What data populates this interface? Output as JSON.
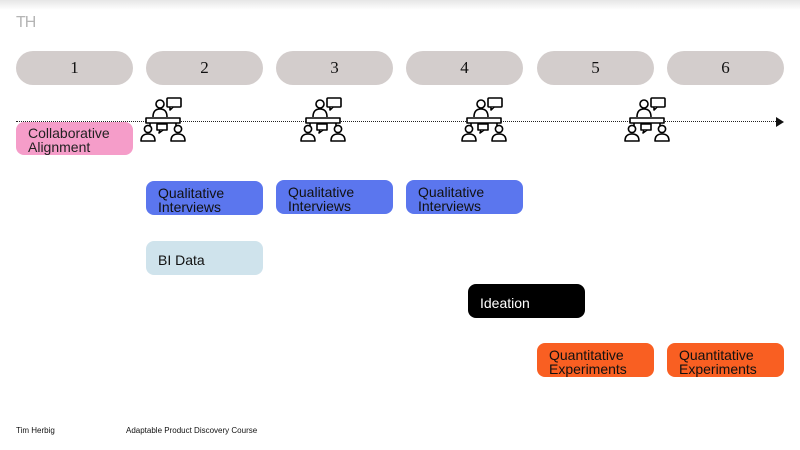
{
  "logo": "TH",
  "steps": [
    "1",
    "2",
    "3",
    "4",
    "5",
    "6"
  ],
  "activities": {
    "collaborative_alignment": "Collaborative\nAlignment",
    "qualitative_interviews": [
      "Qualitative\nInterviews",
      "Qualitative\nInterviews",
      "Qualitative\nInterviews"
    ],
    "bi_data": "BI Data",
    "ideation": "Ideation",
    "quantitative_experiments": [
      "Quantitative\nExperiments",
      "Quantitative\nExperiments"
    ]
  },
  "icons": [
    "meeting-icon",
    "meeting-icon",
    "meeting-icon",
    "meeting-icon"
  ],
  "colors": {
    "step_pill": "#d3cdcc",
    "collaborative_alignment": "#f59dc9",
    "qualitative_interviews": "#5b76ee",
    "bi_data": "#cfe3ec",
    "ideation": "#000000",
    "quantitative_experiments": "#f95f22"
  },
  "footer": {
    "author": "Tim Herbig",
    "course": "Adaptable Product Discovery Course"
  }
}
